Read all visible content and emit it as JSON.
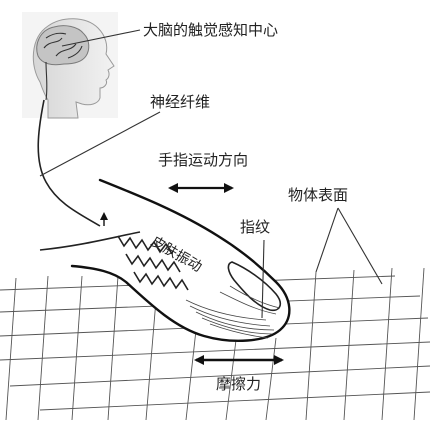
{
  "labels": {
    "brain_center": "大脑的触觉感知中心",
    "nerve": "神经纤维",
    "finger_direction": "手指运动方向",
    "object_surface": "物体表面",
    "fingerprint": "指纹",
    "skin_vibration": "皮肤振动",
    "friction": "摩擦力"
  },
  "colors": {
    "ink": "#222222",
    "head_fill": "#e9e9e9",
    "brain_fill": "#cfcfcf",
    "background": "#ffffff"
  },
  "icons": {
    "head": "human-head-profile",
    "brain": "brain",
    "arrow": "double-headed-arrow"
  }
}
